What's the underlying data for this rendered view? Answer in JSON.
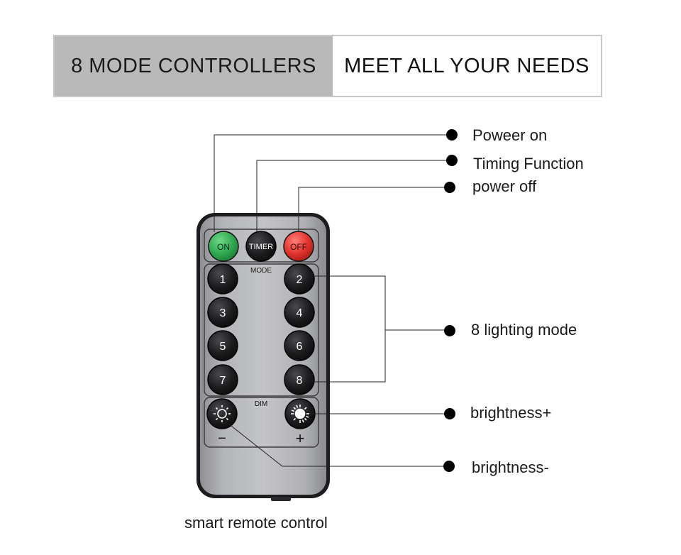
{
  "banner": {
    "left_text": "8 MODE CONTROLLERS",
    "right_text": "MEET ALL YOUR NEEDS"
  },
  "remote": {
    "on_label": "ON",
    "timer_label": "TIMER",
    "off_label": "OFF",
    "mode_label": "MODE",
    "dim_label": "DIM",
    "mode_buttons": [
      "1",
      "2",
      "3",
      "4",
      "5",
      "6",
      "7",
      "8"
    ],
    "minus_sign": "−",
    "plus_sign": "+",
    "colors": {
      "on": "#2fa84f",
      "off": "#e0322c",
      "button": "#1c1c1e",
      "body": "#a9aaad"
    }
  },
  "callouts": {
    "power_on": "Poweer on",
    "timing": "Timing Function",
    "power_off": "power off",
    "lighting_mode": "8 lighting mode",
    "brightness_plus": "brightness+",
    "brightness_minus": "brightness-"
  },
  "caption": "smart remote control"
}
